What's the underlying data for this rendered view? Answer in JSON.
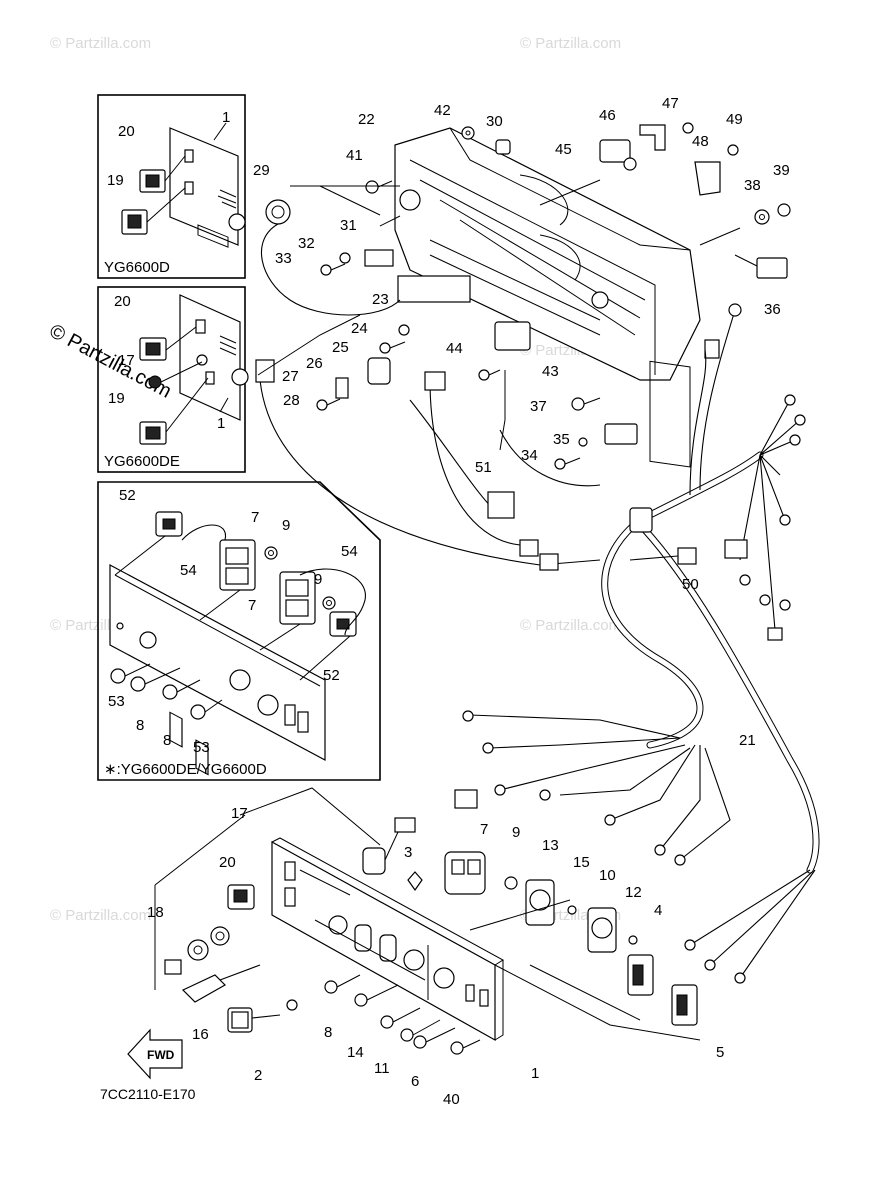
{
  "inset_labels": {
    "yg6600d": "YG6600D",
    "yg6600de": "YG6600DE",
    "receptacle_note": "∗:YG6600DE/YG6600D"
  },
  "diagram_code": "7CC2110-E170",
  "fwd_label": "FWD",
  "watermark": "© Partzilla.com",
  "callouts": [
    {
      "id": "c1",
      "text": "1"
    },
    {
      "id": "c1b",
      "text": "1"
    },
    {
      "id": "c1c",
      "text": "1"
    },
    {
      "id": "c20a",
      "text": "20"
    },
    {
      "id": "c19a",
      "text": "19"
    },
    {
      "id": "c20b",
      "text": "20"
    },
    {
      "id": "c17b",
      "text": "17"
    },
    {
      "id": "c19b",
      "text": "19"
    },
    {
      "id": "c52a",
      "text": "52"
    },
    {
      "id": "c7a",
      "text": "7"
    },
    {
      "id": "c9a",
      "text": "9"
    },
    {
      "id": "c54a",
      "text": "54"
    },
    {
      "id": "c54b",
      "text": "54"
    },
    {
      "id": "c9b",
      "text": "9"
    },
    {
      "id": "c7b",
      "text": "7"
    },
    {
      "id": "c52b",
      "text": "52"
    },
    {
      "id": "c53a",
      "text": "53"
    },
    {
      "id": "c8a",
      "text": "8"
    },
    {
      "id": "c8b",
      "text": "8"
    },
    {
      "id": "c53b",
      "text": "53"
    },
    {
      "id": "c22",
      "text": "22"
    },
    {
      "id": "c42",
      "text": "42"
    },
    {
      "id": "c30",
      "text": "30"
    },
    {
      "id": "c41",
      "text": "41"
    },
    {
      "id": "c29",
      "text": "29"
    },
    {
      "id": "c31",
      "text": "31"
    },
    {
      "id": "c32",
      "text": "32"
    },
    {
      "id": "c33",
      "text": "33"
    },
    {
      "id": "c23",
      "text": "23"
    },
    {
      "id": "c24",
      "text": "24"
    },
    {
      "id": "c25",
      "text": "25"
    },
    {
      "id": "c26",
      "text": "26"
    },
    {
      "id": "c27",
      "text": "27"
    },
    {
      "id": "c28",
      "text": "28"
    },
    {
      "id": "c46",
      "text": "46"
    },
    {
      "id": "c47",
      "text": "47"
    },
    {
      "id": "c45",
      "text": "45"
    },
    {
      "id": "c48",
      "text": "48"
    },
    {
      "id": "c49",
      "text": "49"
    },
    {
      "id": "c38",
      "text": "38"
    },
    {
      "id": "c39",
      "text": "39"
    },
    {
      "id": "c36",
      "text": "36"
    },
    {
      "id": "c44",
      "text": "44"
    },
    {
      "id": "c43",
      "text": "43"
    },
    {
      "id": "c37",
      "text": "37"
    },
    {
      "id": "c35",
      "text": "35"
    },
    {
      "id": "c34",
      "text": "34"
    },
    {
      "id": "c51",
      "text": "51"
    },
    {
      "id": "c50",
      "text": "50"
    },
    {
      "id": "c21",
      "text": "21"
    },
    {
      "id": "c17",
      "text": "17"
    },
    {
      "id": "c20",
      "text": "20"
    },
    {
      "id": "c18",
      "text": "18"
    },
    {
      "id": "c16",
      "text": "16"
    },
    {
      "id": "c2",
      "text": "2"
    },
    {
      "id": "c3",
      "text": "3"
    },
    {
      "id": "c7",
      "text": "7"
    },
    {
      "id": "c9",
      "text": "9"
    },
    {
      "id": "c13",
      "text": "13"
    },
    {
      "id": "c15",
      "text": "15"
    },
    {
      "id": "c10",
      "text": "10"
    },
    {
      "id": "c12",
      "text": "12"
    },
    {
      "id": "c4",
      "text": "4"
    },
    {
      "id": "c5",
      "text": "5"
    },
    {
      "id": "c8",
      "text": "8"
    },
    {
      "id": "c14",
      "text": "14"
    },
    {
      "id": "c11",
      "text": "11"
    },
    {
      "id": "c6",
      "text": "6"
    },
    {
      "id": "c40",
      "text": "40"
    }
  ]
}
